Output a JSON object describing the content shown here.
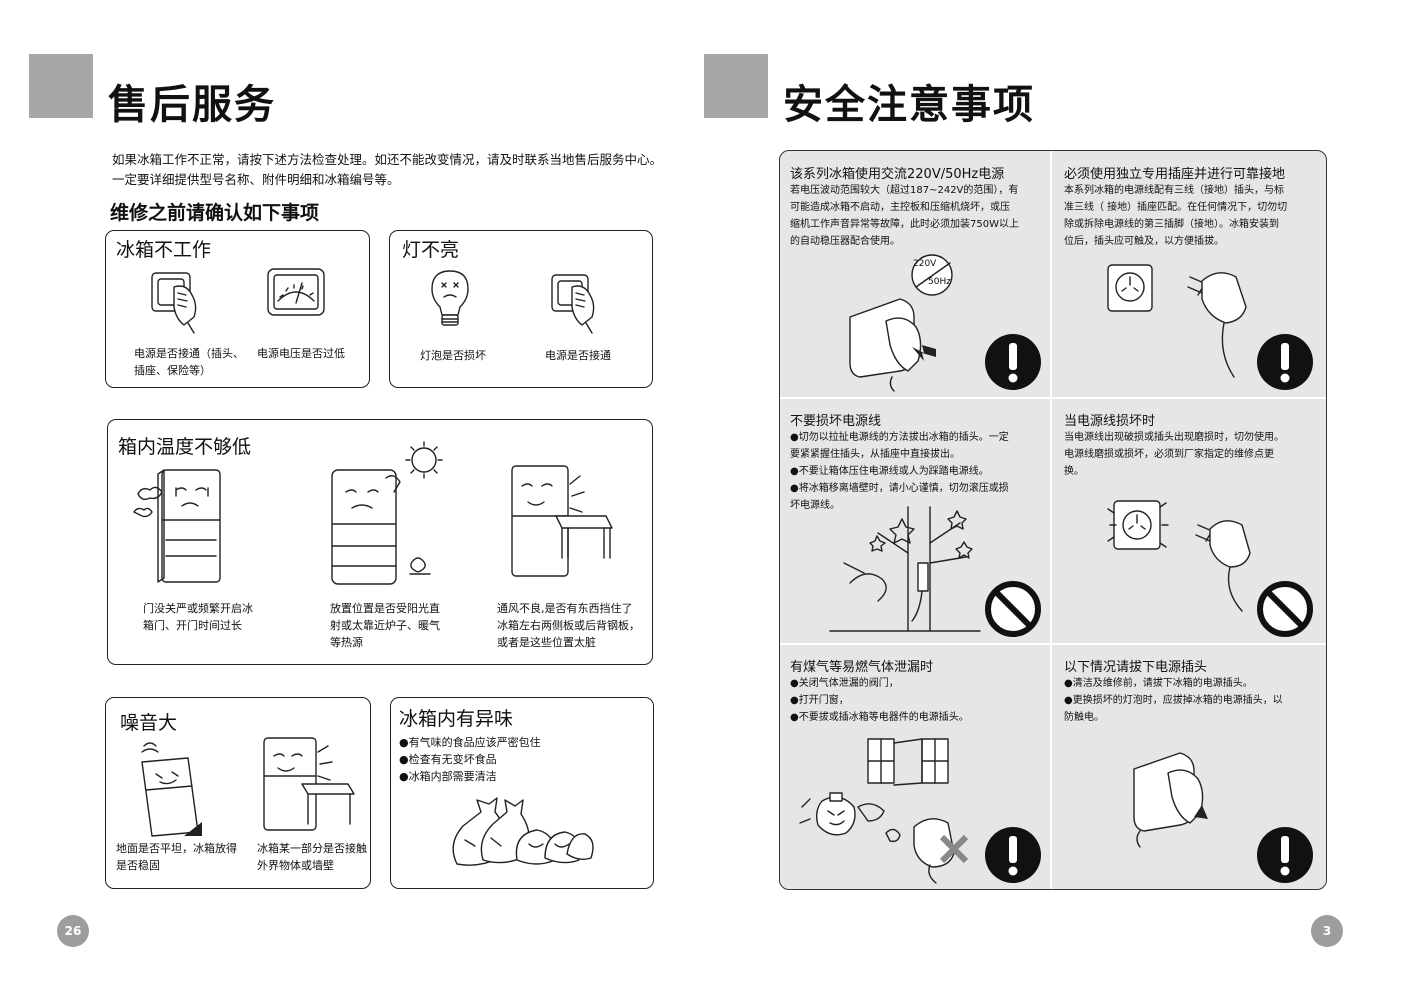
{
  "left": {
    "title": "售后服务",
    "intro": "如果冰箱工作不正常，请按下述方法检查处理。如还不能改变情况，请及时联系当地售后服务中心。一定要详细提供型号名称、附件明细和冰箱编号等。",
    "subhead": "维修之前请确认如下事项",
    "box1": {
      "title": "冰箱不工作",
      "cap1": "电源是否接通（插头、插座、保险等）",
      "cap2": "电源电压是否过低"
    },
    "box2": {
      "title": "灯不亮",
      "cap1": "灯泡是否损坏",
      "cap2": "电源是否接通"
    },
    "box3": {
      "title": "箱内温度不够低",
      "cap1": "门没关严或频繁开启冰箱门、开门时间过长",
      "cap2": "放置位置是否受阳光直射或太靠近炉子、暖气等热源",
      "cap3": "通风不良,是否有东西挡住了冰箱左右两侧板或后背钢板，或者是这些位置太脏"
    },
    "box4": {
      "title": "噪音大",
      "cap1": "地面是否平坦，冰箱放得是否稳固",
      "cap2": "冰箱某一部分是否接触外界物体或墙壁"
    },
    "box5": {
      "title": "冰箱内有异味",
      "items": [
        "●有气味的食品应该严密包住",
        "●检查有无变坏食品",
        "●冰箱内部需要清洁"
      ]
    },
    "page_number": "26"
  },
  "right": {
    "title": "安全注意事项",
    "cells": {
      "c1": {
        "title": "该系列冰箱使用交流220V/50Hz电源",
        "lines": [
          "若电压波动范围较大（超过187~242V的范围），有",
          "可能造成冰箱不启动，主控板和压缩机烧坏，或压",
          "缩机工作声音异常等故障，此时必须加装750W以上",
          "的自动稳压器配合使用。"
        ],
        "dial_top": "220V",
        "dial_bottom": "50Hz"
      },
      "c2": {
        "title": "必须使用独立专用插座并进行可靠接地",
        "lines": [
          "本系列冰箱的电源线配有三线（接地）插头，与标",
          "准三线（ 接地）插座匹配。在任何情况下，切勿切",
          "除或拆除电源线的第三插脚（接地）。冰箱安装到",
          "位后，插头应可触及，以方便插拔。"
        ]
      },
      "c3": {
        "title": "不要损坏电源线",
        "lines": [
          "●切勿以拉扯电源线的方法拔出冰箱的插头。一定",
          "   要紧紧握住插头，从插座中直接拔出。",
          "●不要让箱体压住电源线或人为踩踏电源线。",
          "●将冰箱移离墙壁时，请小心谨慎，切勿滚压或损",
          "   坏电源线。"
        ]
      },
      "c4": {
        "title": "当电源线损坏时",
        "lines": [
          "当电源线出现破损或插头出现磨损时，切勿使用。",
          "电源线磨损或损坏，必须到厂家指定的维修点更",
          "换。"
        ]
      },
      "c5": {
        "title": "有煤气等易燃气体泄漏时",
        "lines": [
          "●关闭气体泄漏的阀门，",
          "●打开门窗，",
          "●不要拔或插冰箱等电器件的电源插头。"
        ]
      },
      "c6": {
        "title": "以下情况请拔下电源插头",
        "lines": [
          "●清洁及维修前，请拔下冰箱的电源插头。",
          "●更换损坏的灯泡时，应拔掉冰箱的电源插头，以",
          "   防触电。"
        ]
      }
    },
    "page_number": "3"
  }
}
